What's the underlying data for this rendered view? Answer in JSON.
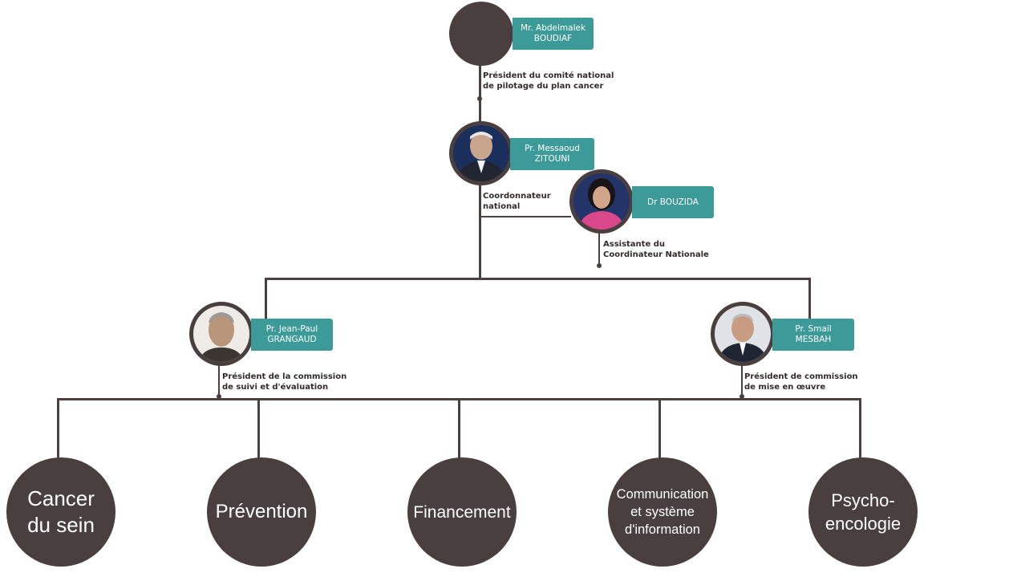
{
  "leaders": [
    {
      "name": "Mr. Abdelmalek\nBOUDIAF",
      "role": "Président du comité national\nde pilotage du plan cancer"
    },
    {
      "name": "Pr. Messaoud\nZITOUNI",
      "role": "Coordonnateur\nnational"
    },
    {
      "name": "Dr BOUZIDA",
      "role": "Assistante du\nCoordinateur Nationale"
    },
    {
      "name": "Pr. Jean-Paul\nGRANGAUD",
      "role": "Président de la commission\nde suivi et d'évaluation"
    },
    {
      "name": "Pr. Smail\nMESBAH",
      "role": "Président de commission\nde mise en œuvre"
    }
  ],
  "commissions": [
    {
      "label": "Cancer\ndu sein"
    },
    {
      "label": "Prévention"
    },
    {
      "label": "Financement"
    },
    {
      "label": "Communication\net système\nd'information"
    },
    {
      "label": "Psycho-\nencologie"
    }
  ],
  "colors": {
    "accent": "#3c9a98",
    "node": "#4a3f3f",
    "line": "#4a4040"
  }
}
